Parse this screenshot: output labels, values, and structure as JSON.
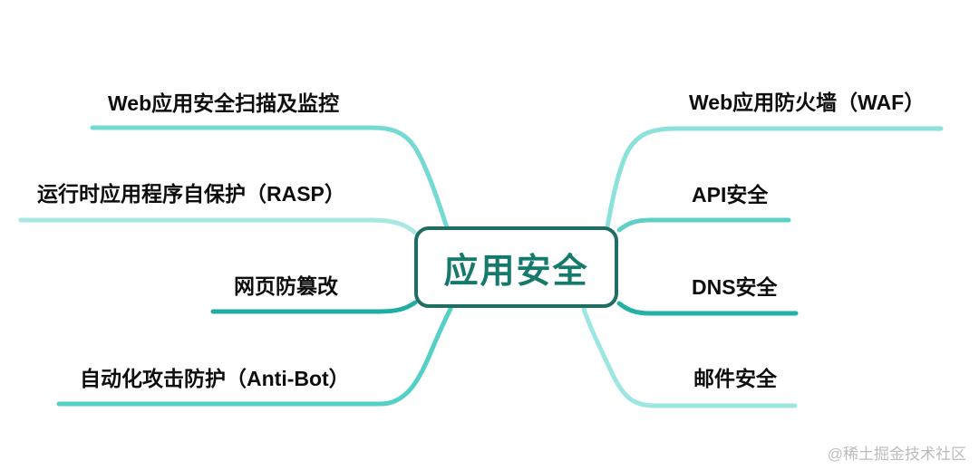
{
  "diagram": {
    "type": "mindmap",
    "center": {
      "label": "应用安全",
      "border_color": "#1f6e63",
      "text_color": "#15796c"
    },
    "branches": {
      "left": [
        {
          "label": "Web应用安全扫描及监控",
          "line_color": "#74dad3"
        },
        {
          "label": "运行时应用程序自保护（RASP）",
          "line_color": "#a9e8e2"
        },
        {
          "label": "网页防篡改",
          "line_color": "#20aea3"
        },
        {
          "label": "自动化攻击防护（Anti-Bot）",
          "line_color": "#55d0c6"
        }
      ],
      "right": [
        {
          "label": "Web应用防火墙（WAF）",
          "line_color": "#8ce1db"
        },
        {
          "label": "API安全",
          "line_color": "#5fd0c6"
        },
        {
          "label": "DNS安全",
          "line_color": "#23b1a5"
        },
        {
          "label": "邮件安全",
          "line_color": "#9de6e1"
        }
      ]
    },
    "watermark": "@稀土掘金技术社区"
  }
}
